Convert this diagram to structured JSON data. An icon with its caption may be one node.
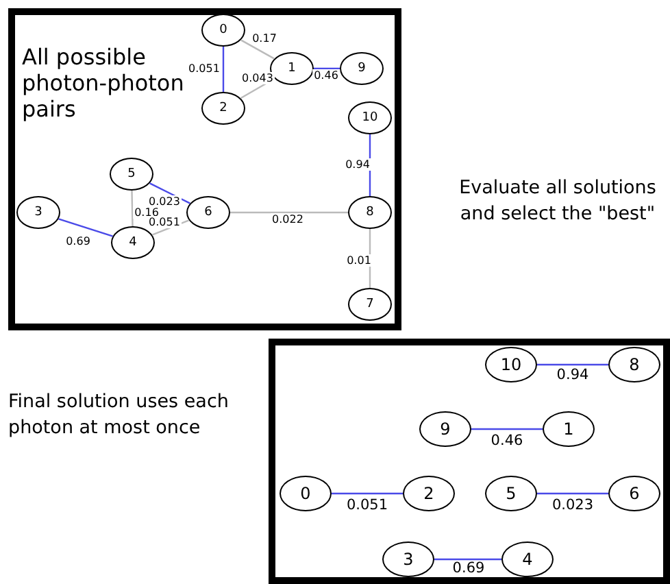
{
  "diagram": {
    "nodes": [
      {
        "text": [
          "All possible photon-photon pairs"
        ]
      },
      {
        "text": [
          "0"
        ],
        "in": 0
      },
      {
        "text": [
          "1"
        ],
        "in": 0
      },
      {
        "text": [
          "9"
        ],
        "in": 0
      },
      {
        "text": [
          "2"
        ],
        "in": 0
      },
      {
        "text": [
          "10"
        ],
        "in": 0
      },
      {
        "text": [
          "5"
        ],
        "in": 0
      },
      {
        "text": [
          "3"
        ],
        "in": 0
      },
      {
        "text": [
          "6"
        ],
        "in": 0
      },
      {
        "text": [
          "8"
        ],
        "in": 0
      },
      {
        "text": [
          "4"
        ],
        "in": 0
      },
      {
        "text": [
          "7"
        ],
        "in": 0
      },
      {
        "text": [],
        "shape": "box"
      },
      {
        "text": [
          "10"
        ],
        "in": 12
      },
      {
        "text": [
          "8"
        ],
        "in": 12
      },
      {
        "text": [
          "9"
        ],
        "in": 12
      },
      {
        "text": [
          "1"
        ],
        "in": 12
      },
      {
        "text": [
          "0"
        ],
        "in": 12
      },
      {
        "text": [
          "2"
        ],
        "in": 12
      },
      {
        "text": [
          "5"
        ],
        "in": 12
      },
      {
        "text": [
          "6"
        ],
        "in": 12
      },
      {
        "text": [
          "3"
        ],
        "in": 12
      },
      {
        "text": [
          "4"
        ],
        "in": 12
      }
    ],
    "edges": [
      {
        "from": 1,
        "to": 2,
        "arrow": "none",
        "label": "0.17",
        "color": "#bbbbbb"
      },
      {
        "from": 1,
        "to": 4,
        "arrow": "none",
        "label": "0.051"
      },
      {
        "from": 4,
        "to": 2,
        "arrow": "none",
        "label": "0.043",
        "color": "#bbbbbb"
      },
      {
        "from": 2,
        "to": 3,
        "arrow": "none",
        "label": "0.46"
      },
      {
        "from": 5,
        "to": 9,
        "arrow": "none",
        "label": "0.94"
      },
      {
        "from": 6,
        "to": 8,
        "arrow": "none",
        "label": "0.023"
      },
      {
        "from": 6,
        "to": 10,
        "arrow": "none",
        "label": "0.16",
        "color": "#bbbbbb"
      },
      {
        "from": 10,
        "to": 8,
        "arrow": "none",
        "label": "0.051",
        "color": "#bbbbbb"
      },
      {
        "from": 7,
        "to": 10,
        "arrow": "none",
        "label": "0.69"
      },
      {
        "from": 8,
        "to": 9,
        "arrow": "none",
        "label": "0.022",
        "color": "#bbbbbb"
      },
      {
        "from": 9,
        "to": 11,
        "arrow": "none",
        "label": "0.01",
        "color": "#bbbbbb"
      },
      {
        "from": 13,
        "to": 14,
        "arrow": "none",
        "label": "0.94"
      },
      {
        "from": 15,
        "to": 16,
        "arrow": "none",
        "label": "0.46"
      },
      {
        "from": 17,
        "to": 18,
        "arrow": "none",
        "label": "0.051"
      },
      {
        "from": 19,
        "to": 20,
        "arrow": "none",
        "label": "0.023"
      },
      {
        "from": 21,
        "to": 22,
        "arrow": "none",
        "label": "0.69"
      }
    ],
    "labels": [
      "Evaluate all solutions and select the \"best\"",
      "Final solution uses each photon at most once"
    ]
  }
}
